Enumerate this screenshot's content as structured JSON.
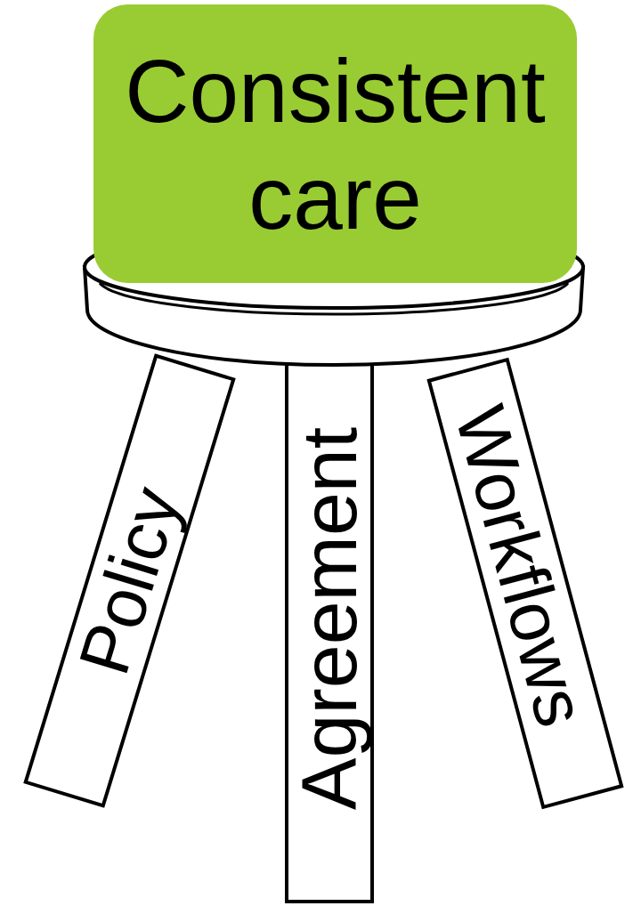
{
  "diagram": {
    "nodes": [
      {
        "text": [
          "Consistent care"
        ]
      },
      {
        "text": [
          "Policy"
        ]
      },
      {
        "text": [
          "Agreement"
        ]
      },
      {
        "text": [
          "Workflows"
        ]
      }
    ]
  }
}
